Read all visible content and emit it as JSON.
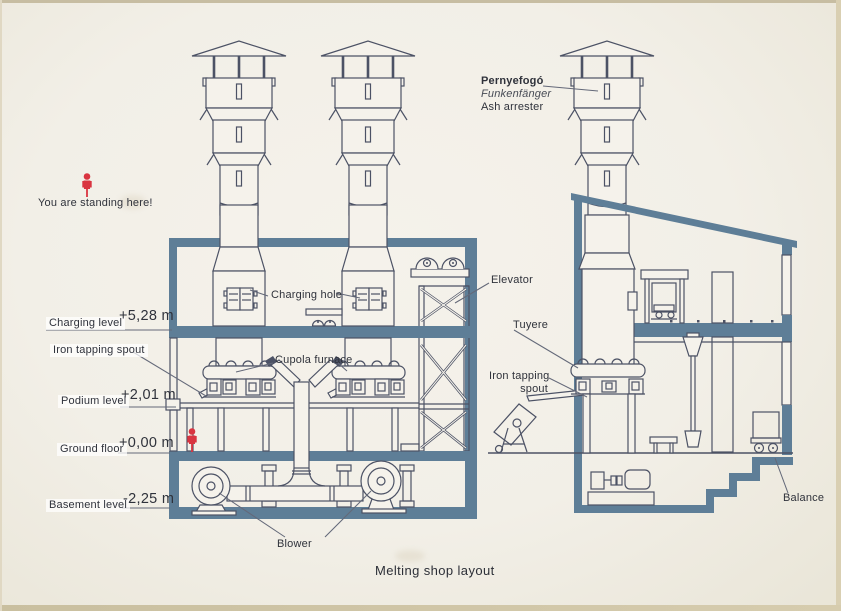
{
  "board": {
    "title": "Melting shop layout",
    "standing_note": "You are standing here!",
    "ash_arrester": {
      "hungarian": "Pernyefogó",
      "german": "Funkenfänger",
      "english": "Ash arrester"
    },
    "levels": [
      {
        "label": "Charging level",
        "value": "+5,28 m"
      },
      {
        "label": "Podium level",
        "value": "+2,01 m"
      },
      {
        "label": "Ground floor",
        "value": "+0,00 m"
      },
      {
        "label": "Basement level",
        "value": "-2,25 m"
      }
    ],
    "callouts": {
      "iron_tapping_spout_left": "Iron tapping spout",
      "charging_hole": "Charging hole",
      "cupola_furnace": "Cupola furnace",
      "elevator": "Elevator",
      "tuyere": "Tuyere",
      "iron_tapping_line1": "Iron tapping",
      "iron_tapping_line2": "spout",
      "balance": "Balance",
      "blower": "Blower"
    },
    "colors": {
      "structure_fill": "#5e7e97",
      "drawing_line": "#4c5265",
      "marker_red": "#d93440",
      "board_background": "#f2efe7"
    }
  }
}
